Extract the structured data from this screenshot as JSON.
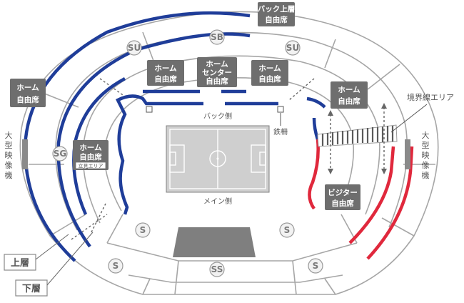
{
  "labels": {
    "back_upper": [
      "バック上層",
      "自由席"
    ],
    "home_left": [
      "ホーム",
      "自由席"
    ],
    "home_center_left": [
      "ホーム",
      "自由席"
    ],
    "home_center": [
      "ホーム",
      "センター",
      "自由席"
    ],
    "home_center_right": [
      "ホーム",
      "自由席"
    ],
    "home_right": [
      "ホーム",
      "自由席"
    ],
    "home_lower_left": [
      "ホーム",
      "自由席"
    ],
    "standing_area": "立見エリア",
    "visitor": [
      "ビジター",
      "自由席"
    ],
    "boundary_area": "境界線エリア",
    "screen_left": [
      "大",
      "型",
      "映",
      "像",
      "機"
    ],
    "screen_right": [
      "大",
      "型",
      "映",
      "像",
      "機"
    ],
    "back_side": "バック側",
    "main_side": "メイン側",
    "fence": "鉄柵"
  },
  "gates": {
    "su_left": "SU",
    "sb": "SB",
    "su_right": "SU",
    "sg": "SG",
    "s_left": "S",
    "s_right": "S",
    "s_bottom_left": "S",
    "ss": "SS",
    "s_bottom_right": "S"
  },
  "legend": {
    "upper": "上層",
    "lower": "下層"
  },
  "colors": {
    "home": "#1f3d99",
    "visitor": "#e0283c",
    "outline": "#a6a6a6",
    "label_box": "#6e6e6e"
  }
}
